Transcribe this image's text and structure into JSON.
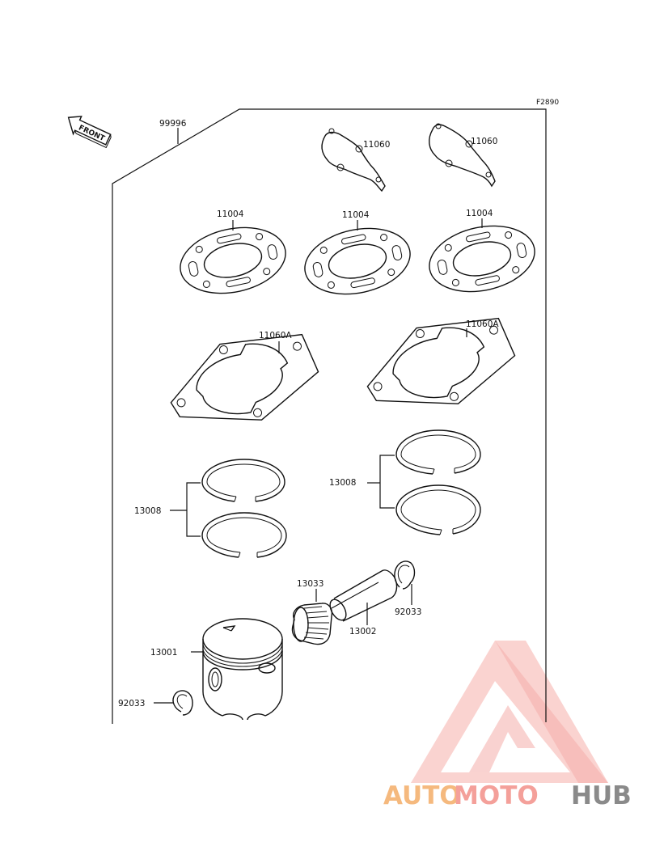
{
  "figure_code": "F2890",
  "front_label": "FRONT",
  "kit_number": "99996",
  "labels": {
    "head_gasket_top_1": "11060",
    "head_gasket_top_2": "11060",
    "head_gasket_1": "11004",
    "head_gasket_2": "11004",
    "head_gasket_3": "11004",
    "base_gasket_1": "11060A",
    "base_gasket_2": "11060A",
    "ring_set_left": "13008",
    "ring_set_right": "13008",
    "needle_bearing": "13033",
    "clip_right": "92033",
    "piston_pin": "13002",
    "piston": "13001",
    "clip_left": "92033"
  },
  "watermark": {
    "part1": "AUTO",
    "part2": "MOTO",
    "part3": "HUB",
    "colors": {
      "orange": "#f5b97e",
      "pink": "#f4a09a",
      "gray": "#8a8a8a"
    }
  }
}
